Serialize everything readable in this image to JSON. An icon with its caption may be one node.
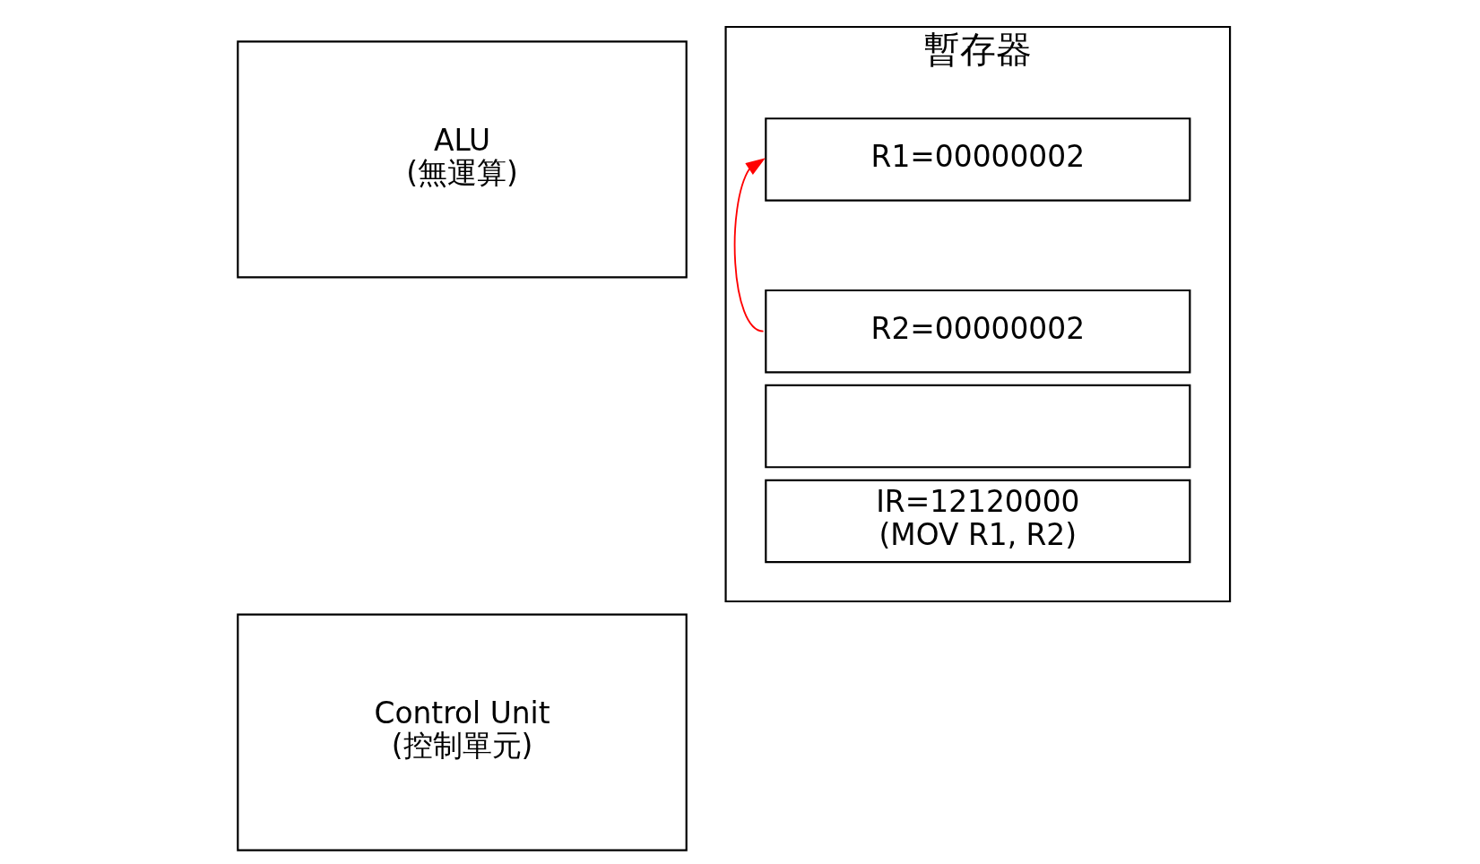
{
  "diagram": {
    "nodes": [
      {
        "text": [
          "ALU",
          "(無運算)"
        ]
      },
      {
        "text": [
          "Control Unit",
          "(控制單元)"
        ]
      },
      {
        "text": [
          "暫存器"
        ]
      },
      {
        "text": [
          "R1=00000002"
        ],
        "in": 2
      },
      {
        "text": [
          "R2=00000002"
        ],
        "in": 2
      },
      {
        "text": [],
        "shape": "box",
        "in": 2
      },
      {
        "text": [
          "IR=12120000",
          "(MOV R1, R2)"
        ],
        "in": 2
      }
    ],
    "edges": [
      {
        "from": 4,
        "to": 3,
        "arrow": "to",
        "color": "#ff0000"
      }
    ]
  }
}
